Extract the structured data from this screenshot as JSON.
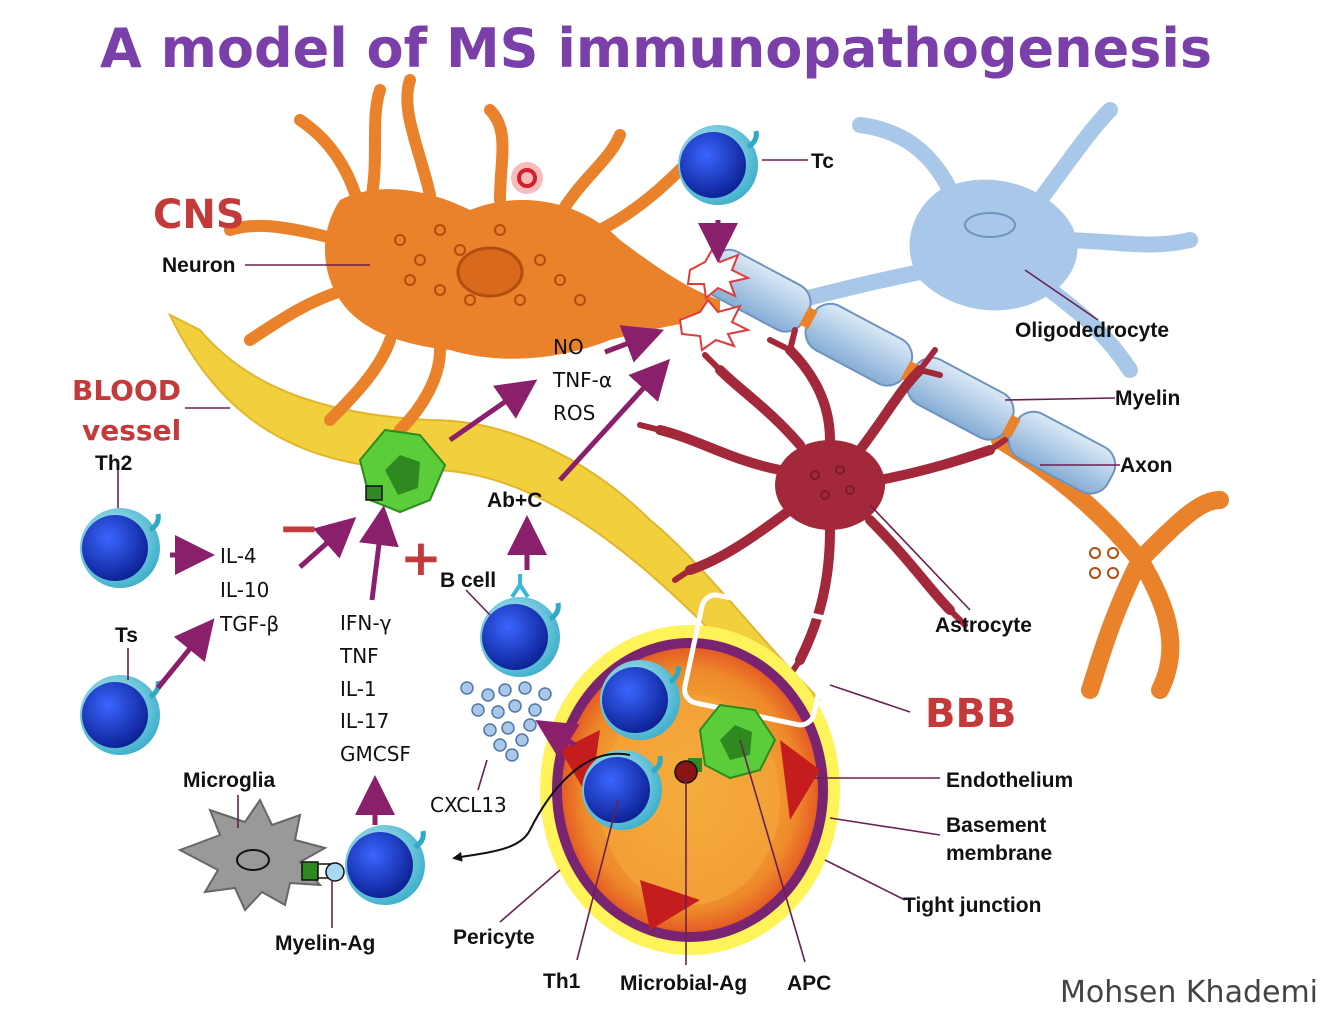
{
  "title": "A model of MS immunopathogenesis",
  "credit": "Mohsen Khademi",
  "regions": {
    "cns": "CNS",
    "blood_line1": "BLOOD",
    "blood_line2": "vessel",
    "bbb": "BBB"
  },
  "labels": {
    "neuron": "Neuron",
    "tc": "Tc",
    "oligodendrocyte": "Oligodedrocyte",
    "myelin": "Myelin",
    "axon": "Axon",
    "astrocyte": "Astrocyte",
    "th2": "Th2",
    "ts": "Ts",
    "b_cell": "B cell",
    "ab_c": "Ab+C",
    "microglia": "Microglia",
    "myelin_ag": "Myelin-Ag",
    "cxcl13": "CXCL13",
    "pericyte": "Pericyte",
    "th1": "Th1",
    "microbial_ag": "Microbial-Ag",
    "apc": "APC",
    "endothelium": "Endothelium",
    "basement_line1": "Basement",
    "basement_line2": "membrane",
    "tight_junction": "Tight junction"
  },
  "molecules": {
    "toxic": [
      "NO",
      "TNF-α",
      "ROS"
    ],
    "anti_inflammatory": [
      "IL-4",
      "IL-10",
      "TGF-β"
    ],
    "pro_inflammatory": [
      "IFN-γ",
      "TNF",
      "IL-1",
      "IL-17",
      "GMCSF"
    ]
  },
  "signs": {
    "minus": "−",
    "plus": "+"
  },
  "colors": {
    "title": "#7a3fa8",
    "region_red": "#c43a3a",
    "neuron": "#e9822a",
    "vessel": "#f1cf3d",
    "oligodendrocyte": "#a9c8e9",
    "astrocyte": "#a3283a",
    "tcell_outer": "#7fd6e6",
    "tcell_nucleus": "#1436c8",
    "apc": "#5ccd3a",
    "arrow": "#8a1f6b"
  },
  "icons": [
    "neuron-icon",
    "oligodendrocyte-icon",
    "astrocyte-icon",
    "t-cell-icon",
    "apc-icon",
    "microglia-icon",
    "blood-vessel-icon",
    "axon-icon"
  ]
}
